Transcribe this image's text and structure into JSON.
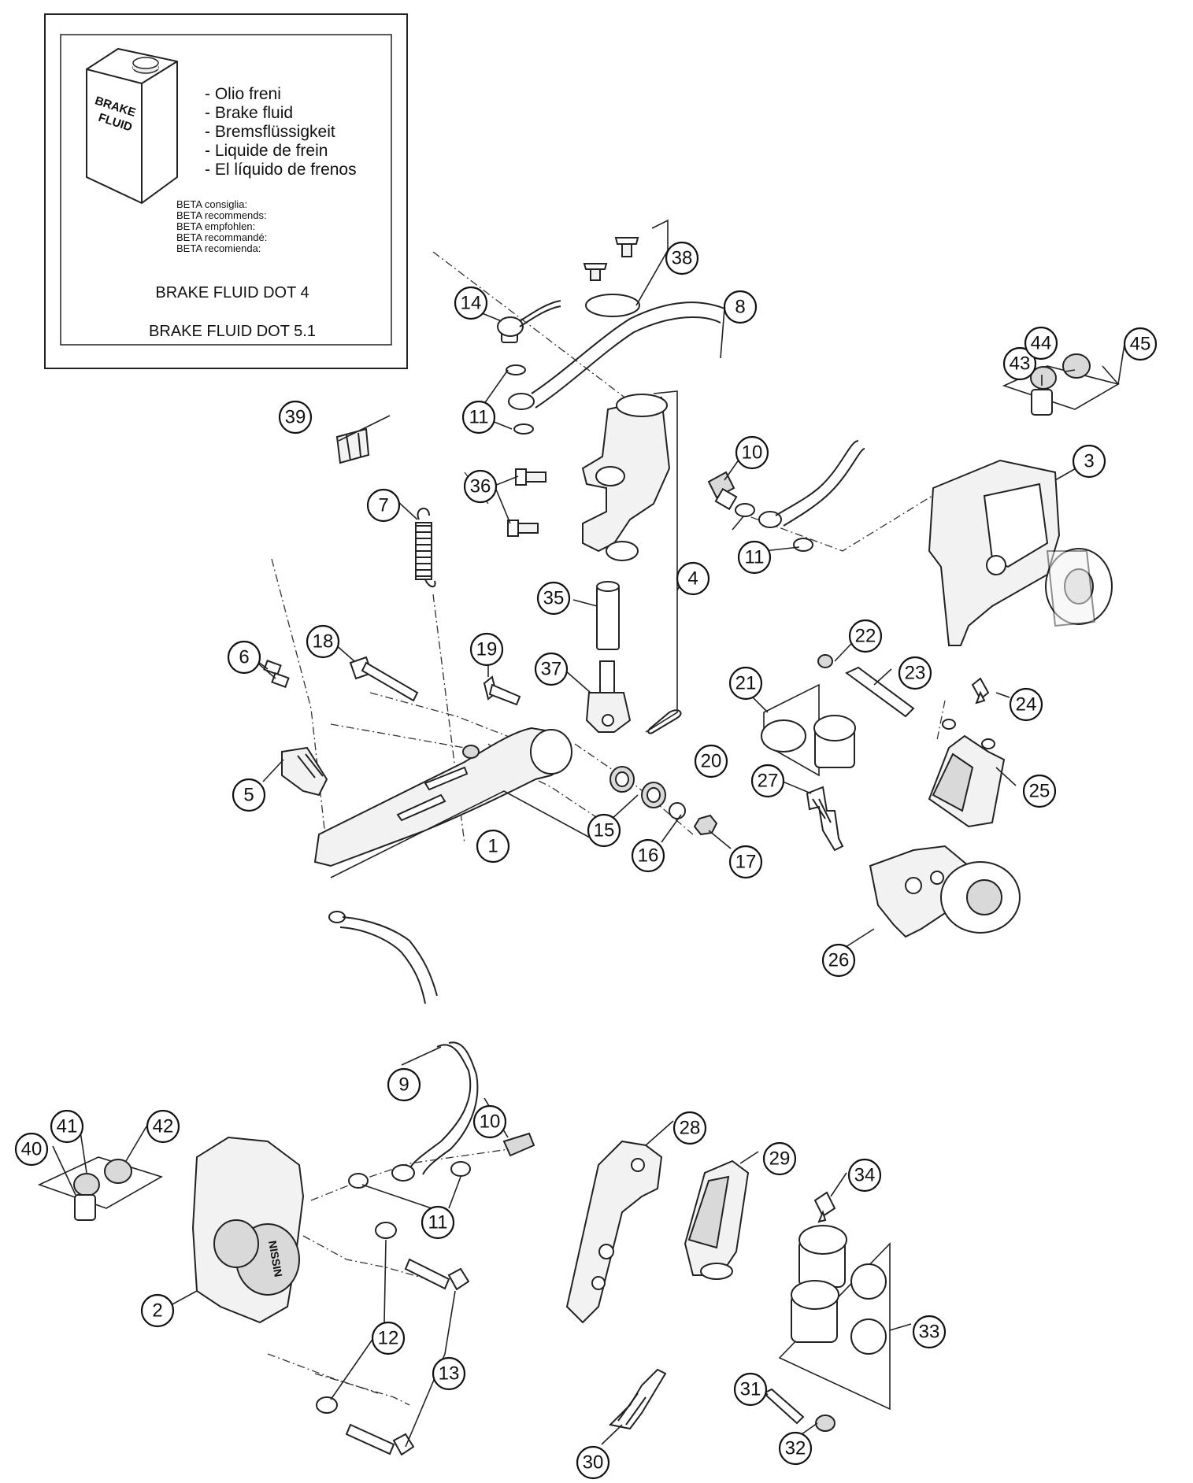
{
  "info_box": {
    "can_label_line1": "BRAKE",
    "can_label_line2": "FLUID",
    "fluid_names": [
      "- Olio freni",
      "- Brake fluid",
      "- Bremsflüssigkeit",
      "- Liquide de frein",
      "- El líquido de frenos"
    ],
    "recommend_lines": [
      "BETA consiglia:",
      "BETA recommends:",
      "BETA empfohlen:",
      "BETA recommandé:",
      "BETA recomienda:"
    ],
    "spec_1": "BRAKE FLUID DOT 4",
    "spec_2": "BRAKE FLUID DOT 5.1"
  },
  "caliper_brand": "NISSIN",
  "callouts": [
    "1",
    "2",
    "3",
    "4",
    "5",
    "6",
    "7",
    "8",
    "9",
    "10",
    "11",
    "12",
    "13",
    "14",
    "15",
    "16",
    "17",
    "18",
    "19",
    "20",
    "21",
    "22",
    "23",
    "24",
    "25",
    "26",
    "27",
    "28",
    "29",
    "30",
    "31",
    "32",
    "33",
    "34",
    "35",
    "36",
    "37",
    "38",
    "39",
    "40",
    "41",
    "42",
    "43",
    "44",
    "45"
  ]
}
